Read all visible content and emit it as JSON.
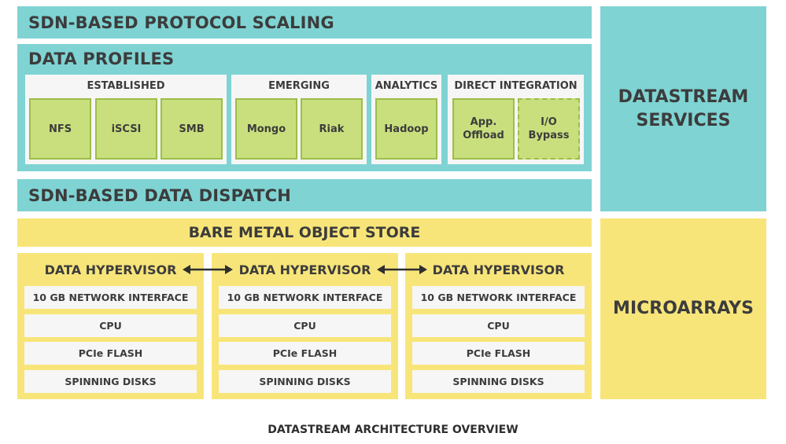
{
  "bands": {
    "protocol_scaling": "SDN-BASED PROTOCOL SCALING",
    "data_profiles": "DATA PROFILES",
    "data_dispatch": "SDN-BASED DATA DISPATCH",
    "object_store": "BARE METAL OBJECT STORE"
  },
  "profiles": {
    "established": {
      "label": "ESTABLISHED",
      "items": [
        "NFS",
        "iSCSI",
        "SMB"
      ]
    },
    "emerging": {
      "label": "EMERGING",
      "items": [
        "Mongo",
        "Riak"
      ]
    },
    "analytics": {
      "label": "ANALYTICS",
      "items": [
        "Hadoop"
      ]
    },
    "direct": {
      "label": "DIRECT INTEGRATION",
      "items": [
        "App.\nOffload",
        "I/O\nBypass"
      ]
    }
  },
  "hypervisors": [
    {
      "title": "DATA HYPERVISOR",
      "rows": [
        "10 GB NETWORK INTERFACE",
        "CPU",
        "PCIe FLASH",
        "SPINNING DISKS"
      ]
    },
    {
      "title": "DATA HYPERVISOR",
      "rows": [
        "10 GB NETWORK INTERFACE",
        "CPU",
        "PCIe FLASH",
        "SPINNING DISKS"
      ]
    },
    {
      "title": "DATA HYPERVISOR",
      "rows": [
        "10 GB NETWORK INTERFACE",
        "CPU",
        "PCIe FLASH",
        "SPINNING DISKS"
      ]
    }
  ],
  "side": {
    "services": "DATASTREAM\nSERVICES",
    "microarrays": "MICROARRAYS"
  },
  "caption": "DATASTREAM ARCHITECTURE OVERVIEW",
  "colors": {
    "teal": "#7fd3d3",
    "yellow": "#f8e57a",
    "green": "#c9df7d",
    "green_border": "#9dbd4a",
    "cell": "#f6f6f6"
  }
}
